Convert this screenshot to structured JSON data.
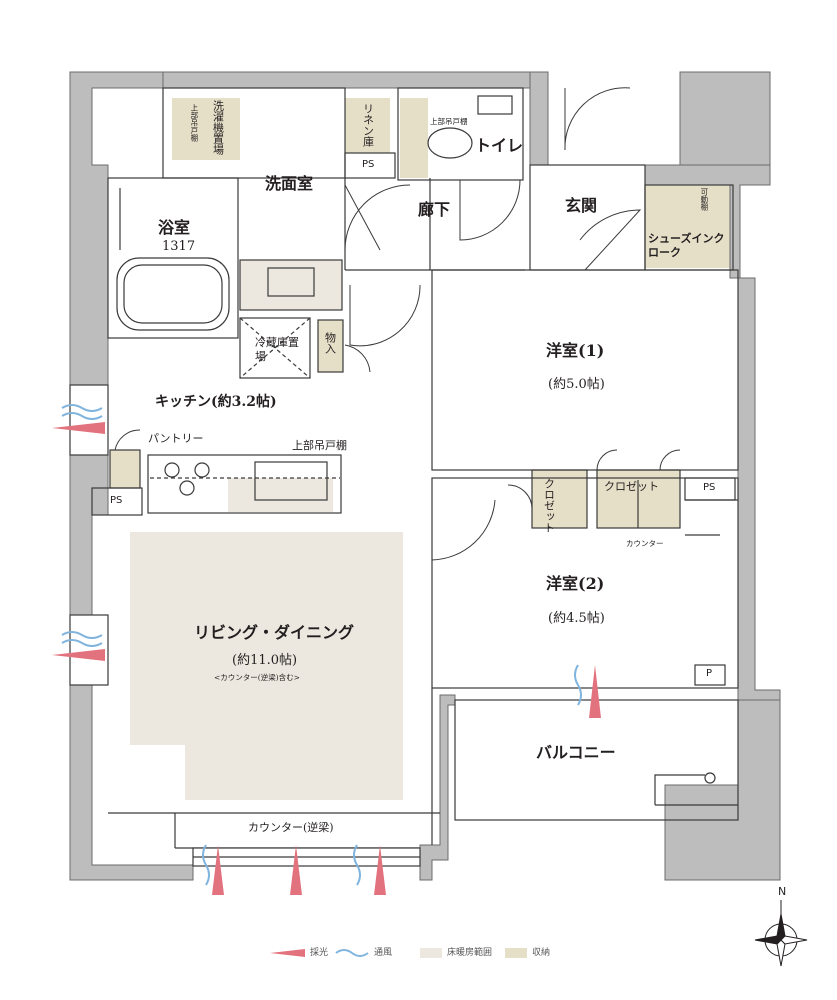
{
  "colors": {
    "wall": "#bdbdbd",
    "wall_edge": "#6b6b6b",
    "floor_heating": "#ede8df",
    "storage": "#e6dfc8",
    "light_arrow": "#e2727e",
    "ventilation": "#7fb4de",
    "line": "#3a3a3a"
  },
  "rooms": {
    "washroom": "洗面室",
    "bath": "浴室",
    "bath_size": "1317",
    "hallway": "廊下",
    "toilet": "トイレ",
    "entrance": "玄関",
    "shoes_closet": "シューズインクローク",
    "movable_shelf": "可動棚",
    "linen": "リネン庫",
    "washer": "洗濯機置場",
    "upper_cabinet_wash": "上部吊戸棚",
    "upper_cabinet_toilet": "上部吊戸棚",
    "fridge": "冷蔵庫置場",
    "storage_small": "物入",
    "kitchen": "キッチン(約3.2帖)",
    "pantry": "パントリー",
    "upper_cabinet_kitchen": "上部吊戸棚",
    "western1": "洋室(1)",
    "western1_size": "(約5.0帖)",
    "western2": "洋室(2)",
    "western2_size": "(約4.5帖)",
    "closet_a": "クロゼット",
    "closet_b": "クロゼット",
    "counter_room2": "カウンター",
    "living": "リビング・ダイニング",
    "living_size": "(約11.0帖)",
    "living_note": "<カウンター(逆梁)含む>",
    "balcony": "バルコニー",
    "counter_bottom": "カウンター(逆梁)"
  },
  "markers": {
    "ps_washroom": "PS",
    "ps_kitchen": "PS",
    "ps_room2": "PS",
    "p_room2": "P"
  },
  "compass": {
    "north": "N"
  },
  "legend": [
    {
      "name": "light",
      "label": "採光"
    },
    {
      "name": "ventilation",
      "label": "通風"
    },
    {
      "name": "floor-heating",
      "label": "床暖房範囲"
    },
    {
      "name": "storage",
      "label": "収納"
    }
  ]
}
